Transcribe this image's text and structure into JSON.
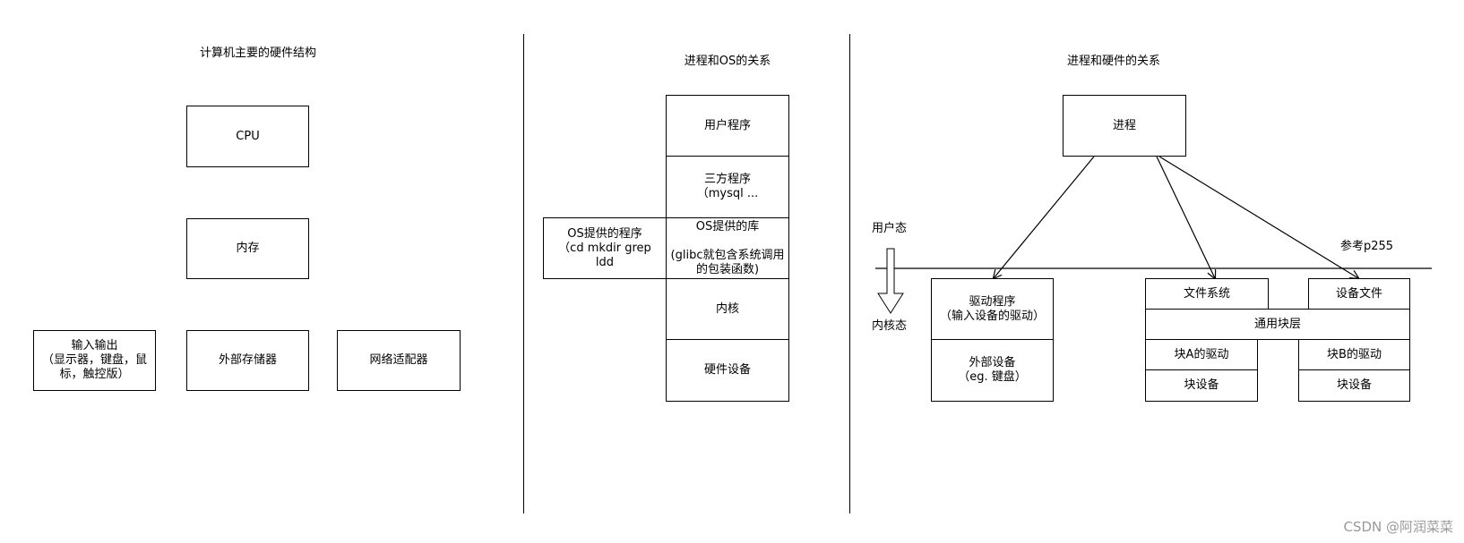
{
  "section1": {
    "title": "计算机主要的硬件结构",
    "cpu": "CPU",
    "memory": "内存",
    "io": "输入输出\n（显示器，键盘，鼠\n标，触控版）",
    "storage": "外部存储器",
    "network": "网络适配器"
  },
  "section2": {
    "title": "进程和OS的关系",
    "user_program": "用户程序",
    "third_party": "三方程序\n（mysql ...",
    "os_programs": "OS提供的程序\n（cd mkdir grep\nldd",
    "os_library": "OS提供的库\n\n(glibc就包含系统调用\n的包装函数)",
    "kernel": "内核",
    "hardware": "硬件设备"
  },
  "section3": {
    "title": "进程和硬件的关系",
    "process": "进程",
    "user_mode": "用户态",
    "kernel_mode": "内核态",
    "reference": "参考p255",
    "driver": "驱动程序\n（输入设备的驱动）",
    "external_device": "外部设备\n（eg. 键盘）",
    "filesystem": "文件系统",
    "device_file": "设备文件",
    "generic_block_layer": "通用块层",
    "block_a_driver": "块A的驱动",
    "block_b_driver": "块B的驱动",
    "block_device_a": "块设备",
    "block_device_b": "块设备"
  },
  "watermark": "CSDN @阿润菜菜"
}
